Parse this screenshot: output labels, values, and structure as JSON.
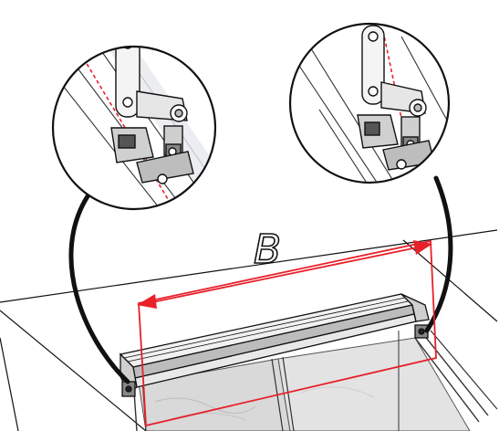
{
  "diagram": {
    "dimension_label": "B",
    "colors": {
      "dimension": "#e8202a",
      "line": "#111111",
      "part_fill": "#f4f4f4",
      "glass": "#d9d9d9",
      "shadow": "#9a9a9a"
    },
    "icons": [
      "magnifier-detail-left",
      "magnifier-detail-right",
      "hinge-bracket",
      "rail-profile",
      "dimension-arrow"
    ]
  }
}
